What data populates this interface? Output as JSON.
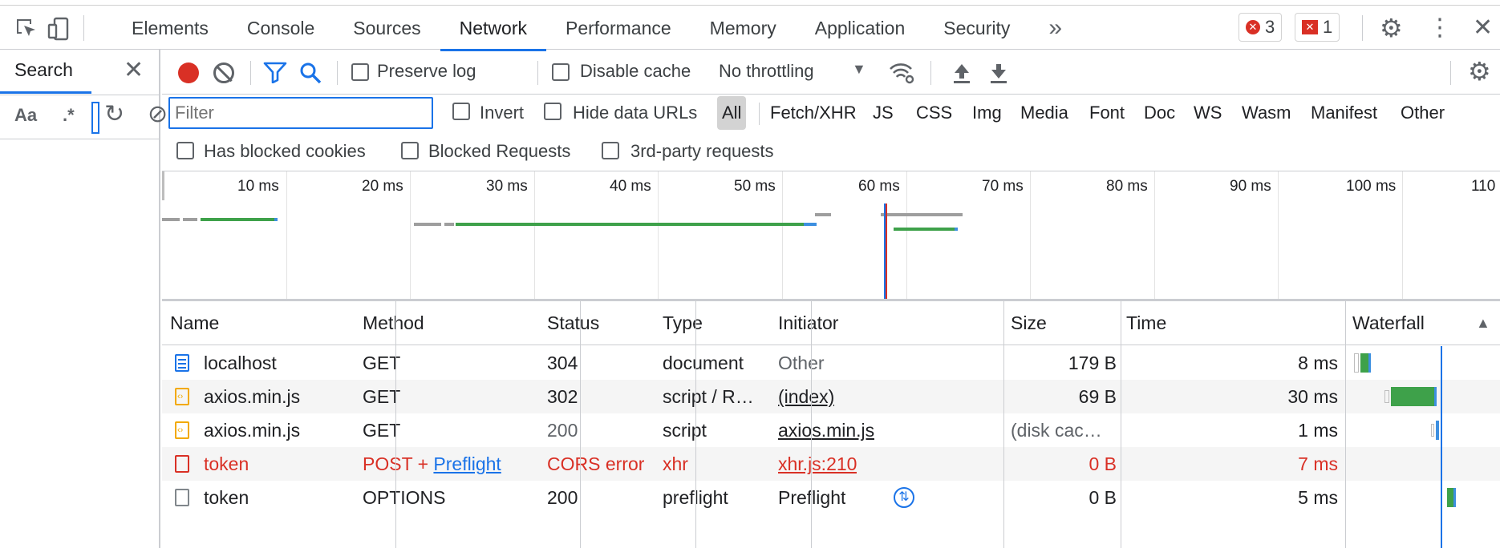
{
  "tabs": [
    {
      "label": "Elements"
    },
    {
      "label": "Console"
    },
    {
      "label": "Sources"
    },
    {
      "label": "Network"
    },
    {
      "label": "Performance"
    },
    {
      "label": "Memory"
    },
    {
      "label": "Application"
    },
    {
      "label": "Security"
    }
  ],
  "more_tabs": "»",
  "badges": {
    "errors": "3",
    "issues": "1"
  },
  "search_panel": {
    "title": "Search",
    "case_label": "Aa",
    "regex_label": ".*"
  },
  "toolbar": {
    "preserve_log": "Preserve log",
    "disable_cache": "Disable cache",
    "throttling": "No throttling"
  },
  "filter": {
    "placeholder": "Filter",
    "invert": "Invert",
    "hide_data_urls": "Hide data URLs",
    "types": [
      "All",
      "Fetch/XHR",
      "JS",
      "CSS",
      "Img",
      "Media",
      "Font",
      "Doc",
      "WS",
      "Wasm",
      "Manifest",
      "Other"
    ],
    "has_blocked_cookies": "Has blocked cookies",
    "blocked_requests": "Blocked Requests",
    "third_party": "3rd-party requests"
  },
  "overview": {
    "ticks": [
      "10 ms",
      "20 ms",
      "30 ms",
      "40 ms",
      "50 ms",
      "60 ms",
      "70 ms",
      "80 ms",
      "90 ms",
      "100 ms",
      "110"
    ]
  },
  "table": {
    "headers": {
      "name": "Name",
      "method": "Method",
      "status": "Status",
      "type": "Type",
      "initiator": "Initiator",
      "size": "Size",
      "time": "Time",
      "waterfall": "Waterfall"
    },
    "rows": [
      {
        "name": "localhost",
        "method": "GET",
        "status": "304",
        "type": "document",
        "initiator": "Other",
        "size": "179 B",
        "time": "8 ms"
      },
      {
        "name": "axios.min.js",
        "method": "GET",
        "status": "302",
        "type": "script / R…",
        "initiator": "(index)",
        "size": "69 B",
        "time": "30 ms"
      },
      {
        "name": "axios.min.js",
        "method": "GET",
        "status": "200",
        "type": "script",
        "initiator": "axios.min.js",
        "size": "(disk cac…",
        "time": "1 ms"
      },
      {
        "name": "token",
        "method": "POST + ",
        "method_link": "Preflight",
        "status": "CORS error",
        "type": "xhr",
        "initiator": "xhr.js:210",
        "size": "0 B",
        "time": "7 ms"
      },
      {
        "name": "token",
        "method": "OPTIONS",
        "status": "200",
        "type": "preflight",
        "initiator": "Preflight",
        "size": "0 B",
        "time": "5 ms"
      }
    ]
  },
  "colors": {
    "accent": "#1a73e8",
    "error": "#d93025",
    "record": "#d93025",
    "waterfall_green": "#3ea14a",
    "waterfall_blue": "#3d8fe0"
  }
}
